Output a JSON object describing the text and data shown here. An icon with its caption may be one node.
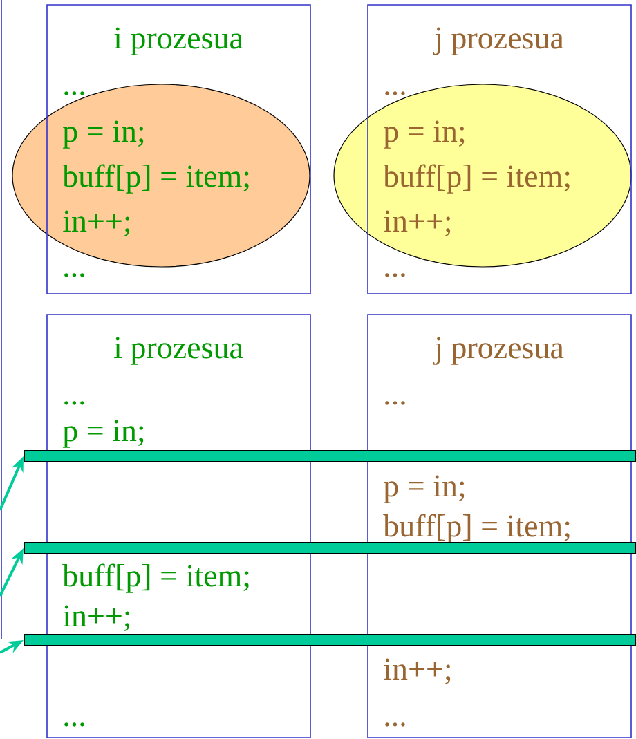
{
  "diagram": {
    "nodes": [
      {
        "text": [
          "i prozesua",
          "...",
          "..."
        ]
      },
      {
        "text": [
          "p = in;",
          "buff[p] = item;",
          "in++;"
        ]
      },
      {
        "text": [
          "j prozesua",
          "...",
          "..."
        ]
      },
      {
        "text": [
          "p = in;",
          "buff[p] = item;",
          "in++;"
        ]
      },
      {
        "text": [
          "i prozesua",
          "...",
          "p = in;",
          "buff[p] = item;",
          "in++;",
          "..."
        ]
      },
      {
        "text": [
          "j prozesua",
          "...",
          "p = in;",
          "buff[p] = item;",
          "in++;",
          "..."
        ]
      },
      {
        "text": [],
        "shape": "bar"
      },
      {
        "text": [],
        "shape": "bar"
      },
      {
        "text": [],
        "shape": "bar"
      }
    ],
    "edges": [
      {
        "from": null,
        "to": 6,
        "arrow": "to"
      },
      {
        "from": null,
        "to": 7,
        "arrow": "to"
      },
      {
        "from": null,
        "to": 8,
        "arrow": "to"
      }
    ]
  }
}
